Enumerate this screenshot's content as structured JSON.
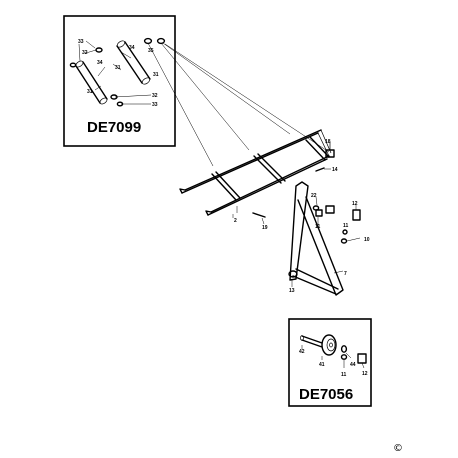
{
  "kits": [
    {
      "model": "DE7099"
    },
    {
      "model": "DE7056"
    }
  ],
  "callouts": {
    "c33a": "33",
    "c32a": "32",
    "c34a": "34",
    "c31a": "31",
    "c35": "35",
    "c34b": "34",
    "c31b": "31",
    "c31c": "31",
    "c32b": "32",
    "c33b": "33",
    "c18": "18",
    "c14": "14",
    "c22": "22",
    "c2": "2",
    "c19": "19",
    "c11a": "11",
    "c12a": "12",
    "c11b": "11",
    "c10": "10",
    "c7": "7",
    "c13": "13",
    "c42": "42",
    "c44": "44",
    "c41": "41",
    "c11c": "11",
    "c12b": "12"
  },
  "copyright": "©"
}
